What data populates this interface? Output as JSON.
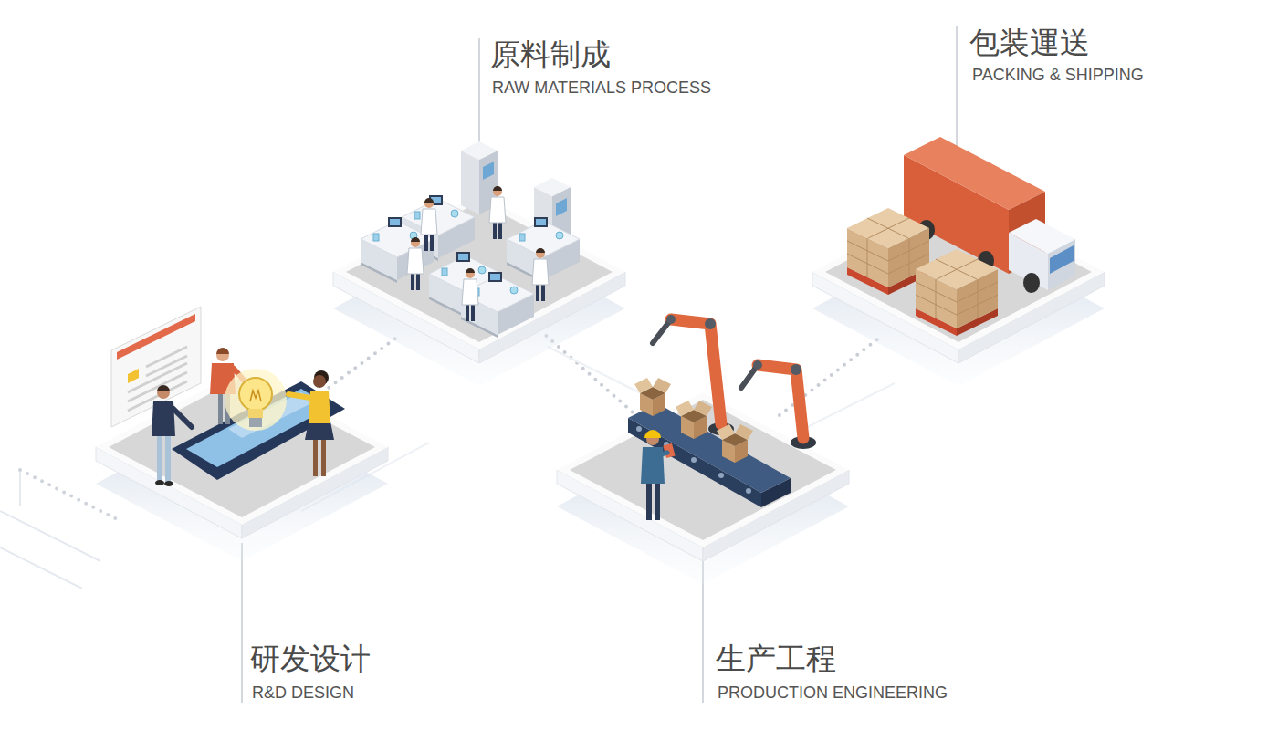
{
  "diagram": {
    "nodes": [
      {
        "text": [
          "研发设计",
          "R&D DESIGN"
        ]
      },
      {
        "text": [
          "原料制成",
          "RAW MATERIALS PROCESS"
        ]
      },
      {
        "text": [
          "生产工程",
          "PRODUCTION ENGINEERING"
        ]
      },
      {
        "text": [
          "包装運送",
          "PACKING & SHIPPING"
        ]
      }
    ],
    "edges": [
      {
        "from": 0,
        "to": 1,
        "arrow": "none"
      },
      {
        "from": 1,
        "to": 2,
        "arrow": "none"
      },
      {
        "from": 2,
        "to": 3,
        "arrow": "none"
      }
    ]
  }
}
